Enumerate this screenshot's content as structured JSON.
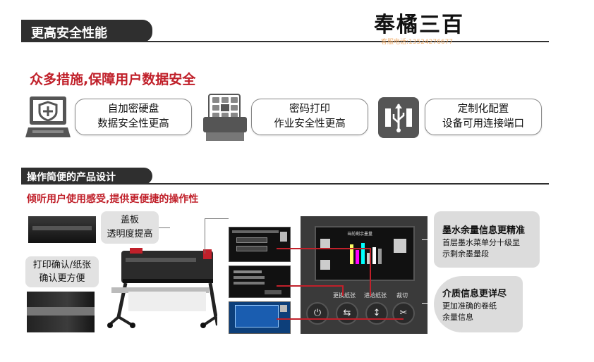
{
  "section1": {
    "title": "更高安全性能",
    "subtitle": "众多措施,保障用户数据安全",
    "features": [
      {
        "icon": "shield-monitor-icon",
        "line1": "自加密硬盘",
        "line2": "数据安全性更高"
      },
      {
        "icon": "keypad-printer-icon",
        "line1": "密码打印",
        "line2": "作业安全性更高"
      },
      {
        "icon": "usb-icon",
        "line1": "定制化配置",
        "line2": "设备可用连接端口"
      }
    ]
  },
  "logo": {
    "text": "奉橘三百",
    "sub": "客服电话:13524276677"
  },
  "section2": {
    "title": "操作简便的产品设计",
    "subtitle": "倾听用户使用感受,提供更便捷的操作性",
    "callouts": {
      "cover_line1": "盖板",
      "cover_line2": "透明度提高",
      "confirm_line1": "打印确认/纸张",
      "confirm_line2": "确认更方便",
      "ink_title": "墨水余量信息更精准",
      "ink_line1": "首层墨水菜单分十级显",
      "ink_line2": "示剩余墨量段",
      "media_title": "介质信息更详尽",
      "media_line1": "更加准确的卷纸",
      "media_line2": "余量信息"
    },
    "panel": {
      "btn_labels": [
        "更换纸张",
        "进给纸张",
        "裁切"
      ],
      "screen_title": "当前剩余墨量"
    }
  }
}
